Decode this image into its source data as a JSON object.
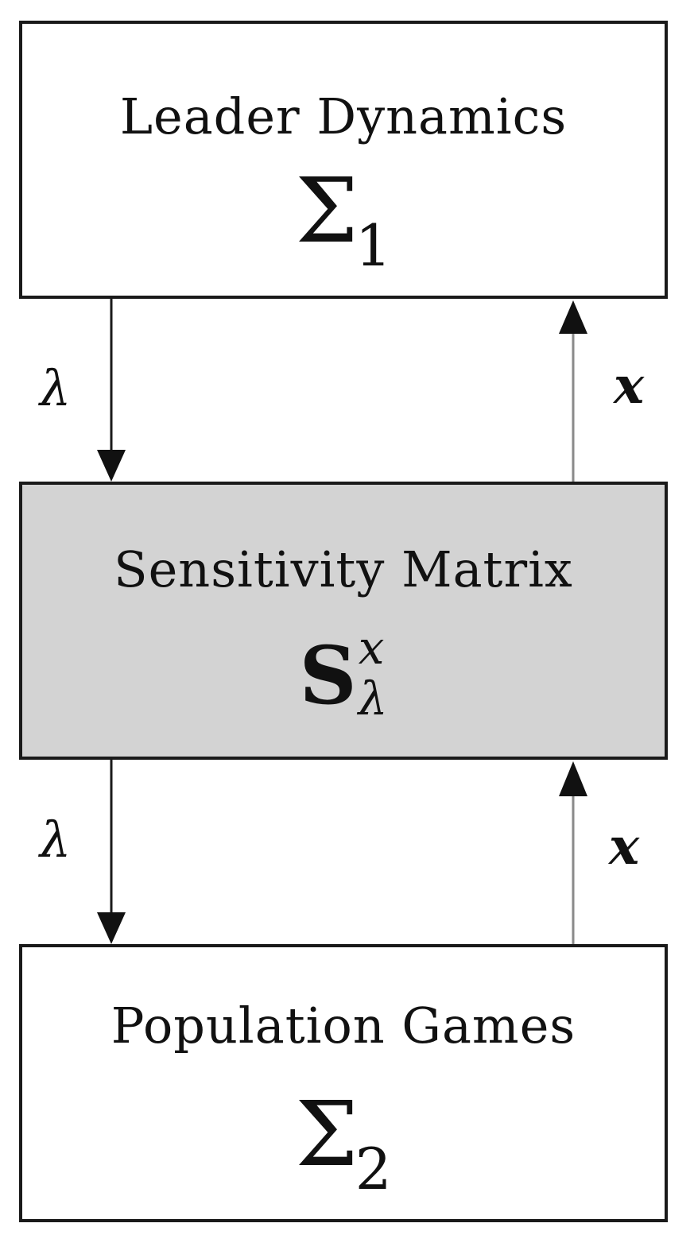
{
  "blocks": {
    "top": {
      "title": "Leader Dynamics",
      "symbol": "Σ",
      "subscript": "1"
    },
    "middle": {
      "title": "Sensitivity Matrix",
      "symbol": "S",
      "superscript": "x",
      "subscript": "λ"
    },
    "bottom": {
      "title": "Population Games",
      "symbol": "Σ",
      "subscript": "2"
    }
  },
  "signals": {
    "upper_down": "λ",
    "upper_up": "x",
    "lower_down": "λ",
    "lower_up": "x"
  },
  "colors": {
    "box_border": "#1a1a1a",
    "middle_fill": "#d3d3d3",
    "down_arrow": "#1a1a1a",
    "up_arrow": "#8a8a8a"
  }
}
